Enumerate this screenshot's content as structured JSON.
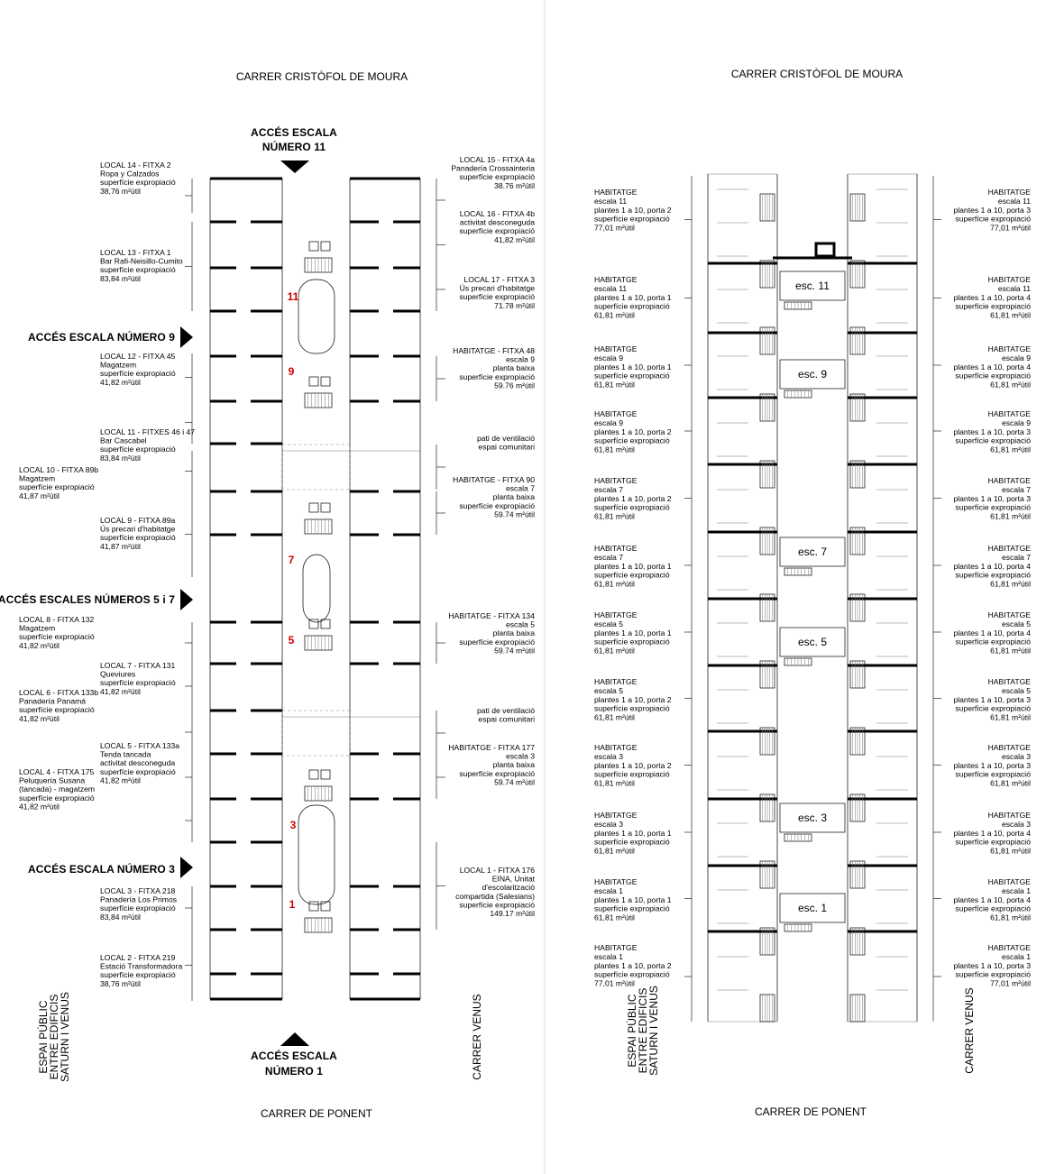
{
  "left_plan": {
    "street_top": "CARRER CRISTÒFOL DE MOURA",
    "street_bottom": "CARRER  DE PONENT",
    "street_right": "CARRER  VENUS",
    "side_left": [
      "ESPAI PÚBLIC",
      "ENTRE EDIFICIS",
      "SATURN I VENUS"
    ],
    "access_top": [
      "ACCÉS ESCALA",
      "NÚMERO 11"
    ],
    "access_bottom": [
      "ACCÉS ESCALA",
      "NÚMERO 1"
    ],
    "access_9": "ACCÉS ESCALA NÚMERO 9",
    "access_57": "ACCÉS ESCALES NÚMEROS 5 i 7",
    "access_3": "ACCÉS ESCALA NÚMERO 3",
    "stair_numbers": [
      "11",
      "9",
      "7",
      "5",
      "3",
      "1"
    ],
    "left_labels": [
      [
        "LOCAL 14 - FITXA 2",
        "Ropa y Calzados",
        "superfície expropiació",
        "38,76 m²útil"
      ],
      [
        "LOCAL 13 - FITXA 1",
        "Bar Rafi-Neisillo-Cumito",
        "superfície expropiació",
        "83,84 m²útil"
      ],
      [
        "LOCAL 12 - FITXA 45",
        "Magatzem",
        "superfície expropiació",
        "41,82 m²útil"
      ],
      [
        "LOCAL 11 - FITXES 46 i 47",
        "Bar Cascabel",
        "superfície expropiació",
        "83,84 m²útil"
      ],
      [
        "LOCAL 10 - FITXA 89b",
        "Magatzem",
        "superfície expropiació",
        "41,87 m²útil"
      ],
      [
        "LOCAL 9 - FITXA 89a",
        "Ús precari d'habitatge",
        "superfície expropiació",
        "41,87 m²útil"
      ],
      [
        "LOCAL 8 - FITXA 132",
        "Magatzem",
        "superfície expropiació",
        "41,82 m²útil"
      ],
      [
        "LOCAL 7 - FITXA 131",
        "Queviures",
        "superfície expropiació",
        "41,82 m²útil"
      ],
      [
        "LOCAL 6 - FITXA 133b",
        "Panadería Panamá",
        "superfície expropiació",
        "41,82 m²útil"
      ],
      [
        "LOCAL 5 - FITXA 133a",
        "Tenda tancada",
        "activitat desconeguda",
        "superfície expropiació",
        "41,82 m²útil"
      ],
      [
        "LOCAL 4 - FITXA 175",
        "Peluquería Susana",
        "(tancada) - magatzem",
        "superfície expropiació",
        "41,82 m²útil"
      ],
      [
        "LOCAL 3 - FITXA 218",
        "Panadería Los Primos",
        "superfície expropiació",
        "83,84 m²útil"
      ],
      [
        "LOCAL 2 - FITXA 219",
        "Estació Transformadora",
        "superfície expropiació",
        "38,76 m²útil"
      ]
    ],
    "right_labels": [
      [
        "LOCAL 15 - FITXA 4a",
        "Panadería Crossainteria",
        "superfície expropiació",
        "38.76 m²útil"
      ],
      [
        "LOCAL 16 - FITXA 4b",
        "activitat desconeguda",
        "superfície expropiació",
        "41,82 m²útil"
      ],
      [
        "LOCAL 17 - FITXA 3",
        "Ús precari d'habitatge",
        "superfície expropiació",
        "71.78 m²útil"
      ],
      [
        "HABITATGE - FITXA 48",
        "escala 9",
        "planta baixa",
        "superfície expropiació",
        "59.76 m²útil"
      ],
      [
        "pati de ventilació",
        "espai comunitari"
      ],
      [
        "HABITATGE - FITXA 90",
        "escala 7",
        "planta baixa",
        "superfície expropiació",
        "59.74 m²útil"
      ],
      [
        "HABITATGE - FITXA 134",
        "escala 5",
        "planta baixa",
        "superfície expropiació",
        "59.74 m²útil"
      ],
      [
        "pati de ventilació",
        "espai comunitari"
      ],
      [
        "HABITATGE - FITXA 177",
        "escala 3",
        "planta baixa",
        "superfície expropiació",
        "59.74 m²útil"
      ],
      [
        "LOCAL 1 - FITXA 176",
        "EINA, Unitat",
        "d'escolarització",
        "compartida (Salesians)",
        "superfície expropiació",
        "149.17 m²útil"
      ]
    ]
  },
  "right_plan": {
    "street_top": "CARRER CRISTÒFOL DE MOURA",
    "street_bottom": "CARRER  DE PONENT",
    "street_right": "CARRER  VENUS",
    "side_left": [
      "ESPAI PÚBLIC",
      "ENTRE EDIFICIS",
      "SATURN I VENUS"
    ],
    "stairs": [
      "esc. 11",
      "esc. 9",
      "esc. 7",
      "esc. 5",
      "esc. 3",
      "esc. 1"
    ],
    "left_labels": [
      [
        "HABITATGE",
        "escala 11",
        "plantes 1 a 10, porta 2",
        "superfície expropiació",
        "77,01 m²útil"
      ],
      [
        "HABITATGE",
        "escala 11",
        "plantes 1 a 10, porta 1",
        "superfície expropiació",
        "61,81 m²útil"
      ],
      [
        "HABITATGE",
        "escala 9",
        "plantes 1 a 10, porta 1",
        "superfície expropiació",
        "61,81 m²útil"
      ],
      [
        "HABITATGE",
        "escala 9",
        "plantes 1 a 10, porta 2",
        "superfície expropiació",
        "61,81 m²útil"
      ],
      [
        "HABITATGE",
        "escala 7",
        "plantes 1 a 10, porta 2",
        "superfície expropiació",
        "61,81 m²útil"
      ],
      [
        "HABITATGE",
        "escala 7",
        "plantes 1 a 10, porta 1",
        "superfície expropiació",
        "61,81 m²útil"
      ],
      [
        "HABITATGE",
        "escala 5",
        "plantes 1 a 10, porta 1",
        "superfície expropiació",
        "61,81 m²útil"
      ],
      [
        "HABITATGE",
        "escala 5",
        "plantes 1 a 10, porta 2",
        "superfície expropiació",
        "61,81 m²útil"
      ],
      [
        "HABITATGE",
        "escala 3",
        "plantes 1 a 10, porta 2",
        "superfície expropiació",
        "61,81 m²útil"
      ],
      [
        "HABITATGE",
        "escala 3",
        "plantes 1 a 10, porta 1",
        "superfície expropiació",
        "61,81 m²útil"
      ],
      [
        "HABITATGE",
        "escala 1",
        "plantes 1 a 10, porta 1",
        "superfície expropiació",
        "61,81 m²útil"
      ],
      [
        "HABITATGE",
        "escala 1",
        "plantes 1 a 10, porta 2",
        "superfície expropiació",
        "77,01 m²útil"
      ]
    ],
    "right_labels": [
      [
        "HABITATGE",
        "escala 11",
        "plantes 1 a 10, porta 3",
        "superfície expropiació",
        "77,01 m²útil"
      ],
      [
        "HABITATGE",
        "escala 11",
        "plantes 1 a 10, porta 4",
        "superfície expropiació",
        "61,81 m²útil"
      ],
      [
        "HABITATGE",
        "escala 9",
        "plantes 1 a 10, porta 4",
        "superfície expropiació",
        "61,81 m²útil"
      ],
      [
        "HABITATGE",
        "escala 9",
        "plantes 1 a 10, porta 3",
        "superfície expropiació",
        "61,81 m²útil"
      ],
      [
        "HABITATGE",
        "escala 7",
        "plantes 1 a 10, porta 3",
        "superfície expropiació",
        "61,81 m²útil"
      ],
      [
        "HABITATGE",
        "escala 7",
        "plantes 1 a 10, porta 4",
        "superfície expropiació",
        "61,81 m²útil"
      ],
      [
        "HABITATGE",
        "escala 5",
        "plantes 1 a 10, porta 4",
        "superfície expropiació",
        "61,81 m²útil"
      ],
      [
        "HABITATGE",
        "escala 5",
        "plantes 1 a 10, porta 3",
        "superfície expropiació",
        "61,81 m²útil"
      ],
      [
        "HABITATGE",
        "escala 3",
        "plantes 1 a 10, porta 3",
        "superfície expropiació",
        "61,81 m²útil"
      ],
      [
        "HABITATGE",
        "escala 3",
        "plantes 1 a 10, porta 4",
        "superfície expropiació",
        "61,81 m²útil"
      ],
      [
        "HABITATGE",
        "escala 1",
        "plantes 1 a 10, porta 4",
        "superfície expropiació",
        "61,81 m²útil"
      ],
      [
        "HABITATGE",
        "escala 1",
        "plantes 1 a 10, porta 3",
        "superfície expropiació",
        "77,01 m²útil"
      ]
    ]
  }
}
